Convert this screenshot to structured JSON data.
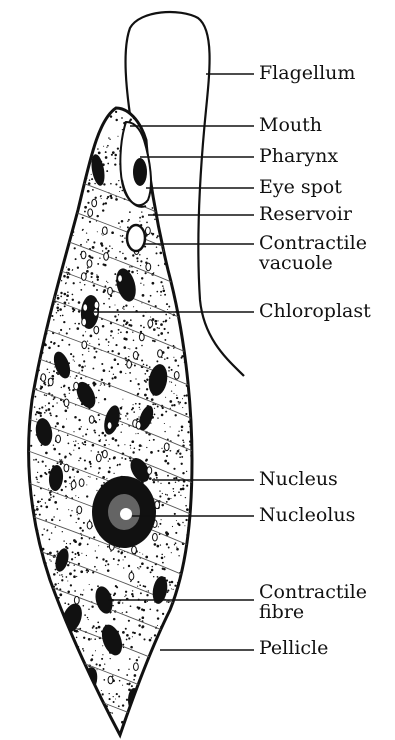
{
  "colors": {
    "ink": "#111111",
    "paper": "#ffffff"
  },
  "labels": {
    "flagellum": "Flagellum",
    "mouth": "Mouth",
    "pharynx": "Pharynx",
    "eye_spot": "Eye spot",
    "reservoir": "Reservoir",
    "contractile_vacuole_1": "Contractile",
    "contractile_vacuole_2": "vacuole",
    "chloroplast": "Chloroplast",
    "nucleus": "Nucleus",
    "nucleolus": "Nucleolus",
    "contractile_fibre_1": "Contractile",
    "contractile_fibre_2": "fibre",
    "pellicle": "Pellicle"
  }
}
